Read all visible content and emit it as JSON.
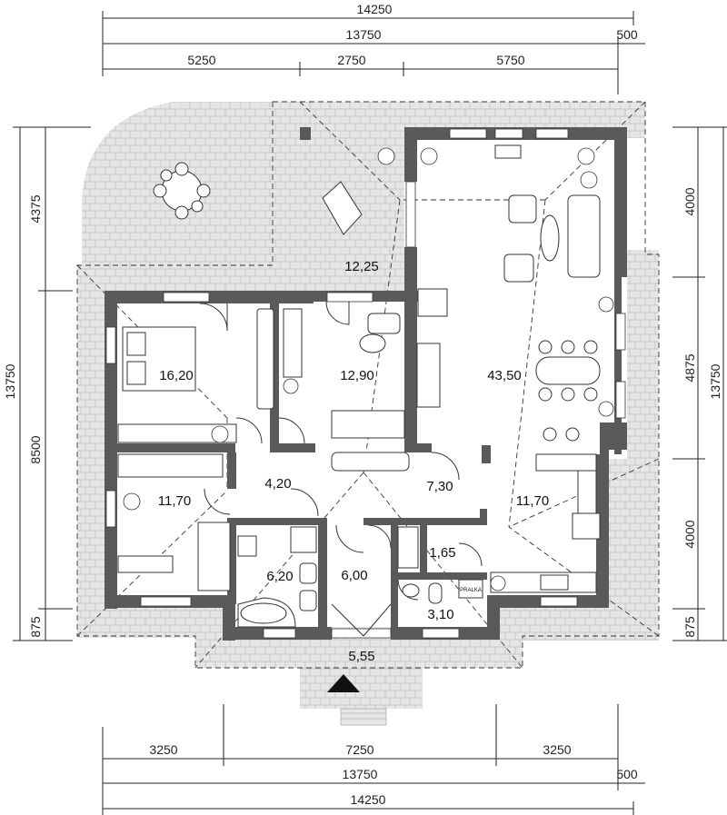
{
  "dimensions": {
    "top_overall": "14250",
    "top_inner": "13750",
    "top_offset": "500",
    "top_segments": [
      "5250",
      "2750",
      "5750"
    ],
    "bottom_segments": [
      "3250",
      "7250",
      "3250"
    ],
    "bottom_inner": "13750",
    "bottom_offset": "500",
    "bottom_overall": "14250",
    "left_overall": "13750",
    "left_segments": [
      "4375",
      "8500",
      "875"
    ],
    "right_overall": "13750",
    "right_segments": [
      "4000",
      "4875",
      "4000",
      "875"
    ]
  },
  "rooms": {
    "terrace": "12,25",
    "living": "43,50",
    "bedroom_main": "16,20",
    "bedroom_mid": "12,90",
    "bedroom_sw": "11,70",
    "corridor": "4,20",
    "hall": "7,30",
    "kitchen": "11,70",
    "bathroom": "6,20",
    "vestibule": "6,00",
    "pantry": "1,65",
    "wc": "3,10",
    "porch": "5,55"
  },
  "labels": {
    "washer": "PRALKA"
  },
  "colors": {
    "wall": "#5a5a5a",
    "paving": "#e4e4e4",
    "line": "#222222"
  }
}
